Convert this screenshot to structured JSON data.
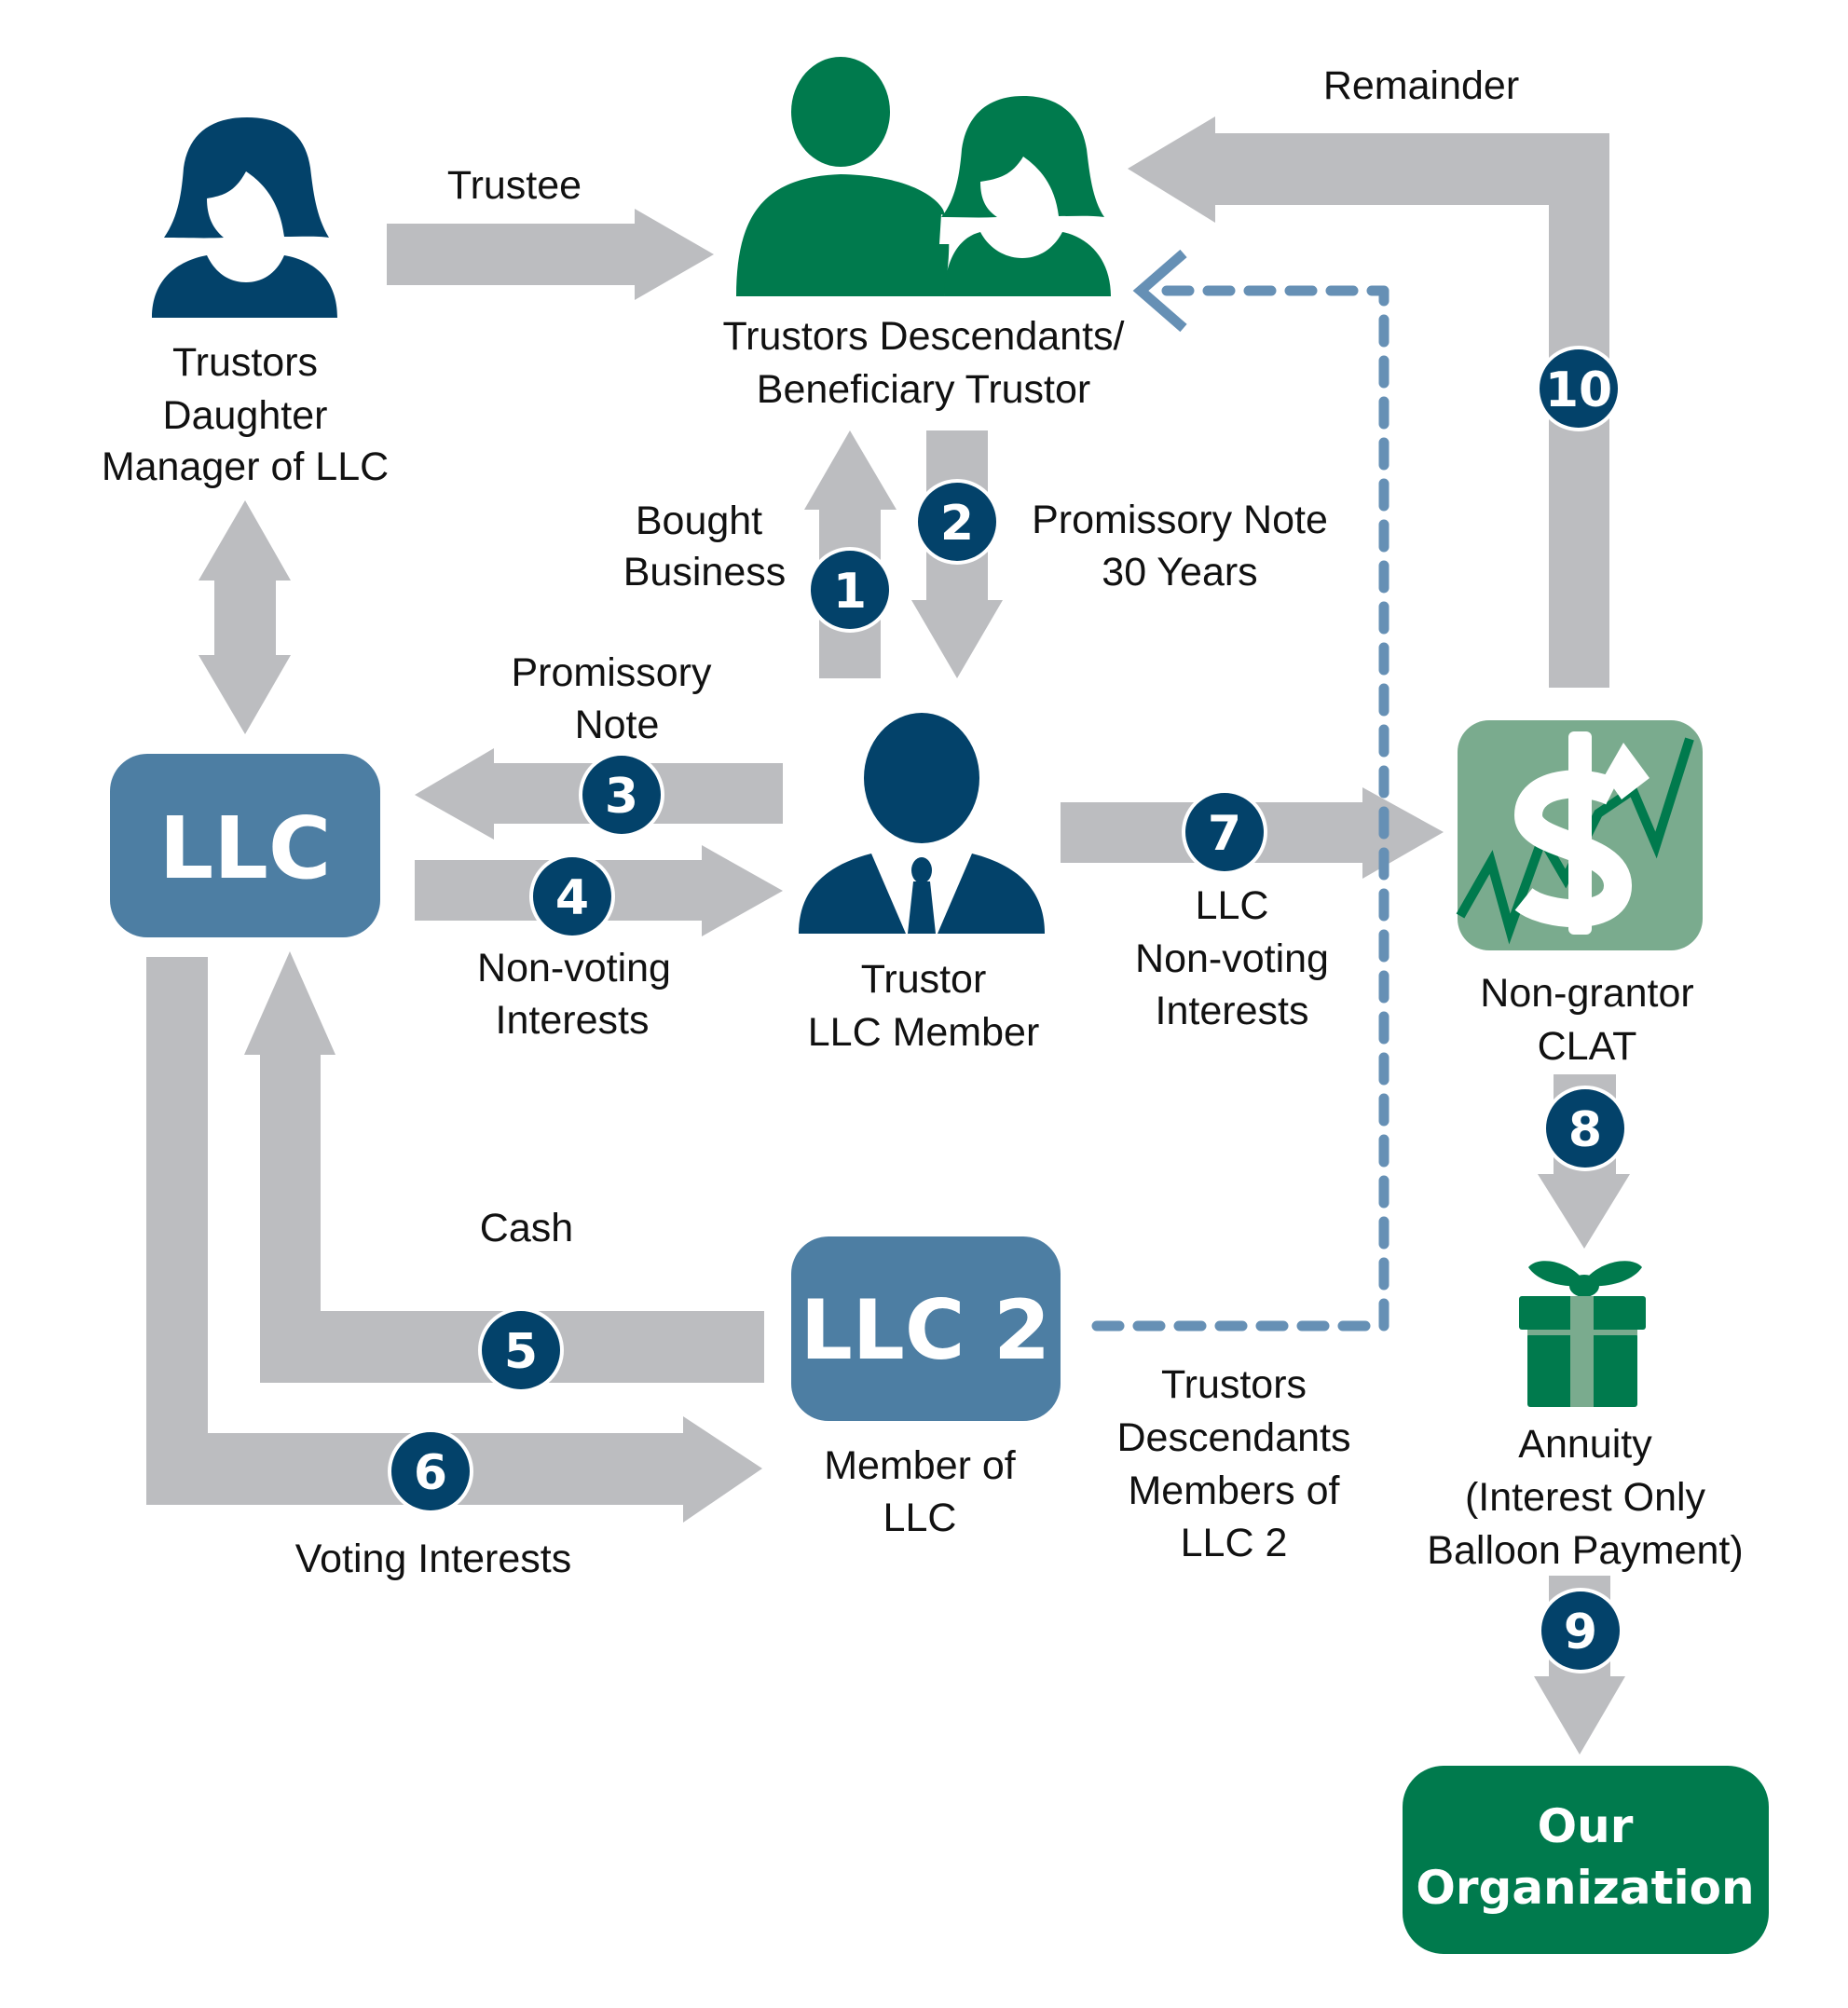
{
  "colors": {
    "arrow_gray": "#bcbdc0",
    "navy": "#03426a",
    "green": "#007a4d",
    "light_green": "#7aab8e",
    "llc_blue": "#4d7ea3",
    "dashed_blue": "#6690b5"
  },
  "nodes": {
    "daughter": {
      "icon": "woman-person-icon",
      "lines": [
        "Trustors",
        "Daughter",
        "Manager of LLC"
      ]
    },
    "descendants": {
      "icon": "two-people-icon",
      "lines": [
        "Trustors Descendants/",
        "Beneficiary Trustor"
      ]
    },
    "trustor": {
      "icon": "businessman-icon",
      "lines": [
        "Trustor",
        "LLC Member"
      ]
    },
    "llc": {
      "title": "LLC"
    },
    "llc2": {
      "title": "LLC 2",
      "lines": [
        "Member of",
        "LLC"
      ]
    },
    "clat": {
      "icon": "dollar-growth-icon",
      "lines": [
        "Non-grantor",
        "CLAT"
      ]
    },
    "annuity": {
      "icon": "gift-icon",
      "lines": [
        "Annuity",
        "(Interest Only",
        "Balloon Payment)"
      ]
    },
    "organization": {
      "lines": [
        "Our",
        "Organization"
      ]
    }
  },
  "edge_labels": {
    "trustee": "Trustee",
    "remainder": "Remainder",
    "bought_business": [
      "Bought",
      "Business"
    ],
    "promissory_note_30": [
      "Promissory Note",
      "30 Years"
    ],
    "promissory_note": [
      "Promissory",
      "Note"
    ],
    "non_voting_interests": [
      "Non-voting",
      "Interests"
    ],
    "llc_non_voting_interests": [
      "LLC",
      "Non-voting",
      "Interests"
    ],
    "cash": "Cash",
    "voting_interests": "Voting Interests",
    "descendants_members_llc2": [
      "Trustors",
      "Descendants",
      "Members of",
      "LLC 2"
    ]
  },
  "steps": [
    "1",
    "2",
    "3",
    "4",
    "5",
    "6",
    "7",
    "8",
    "9",
    "10"
  ]
}
